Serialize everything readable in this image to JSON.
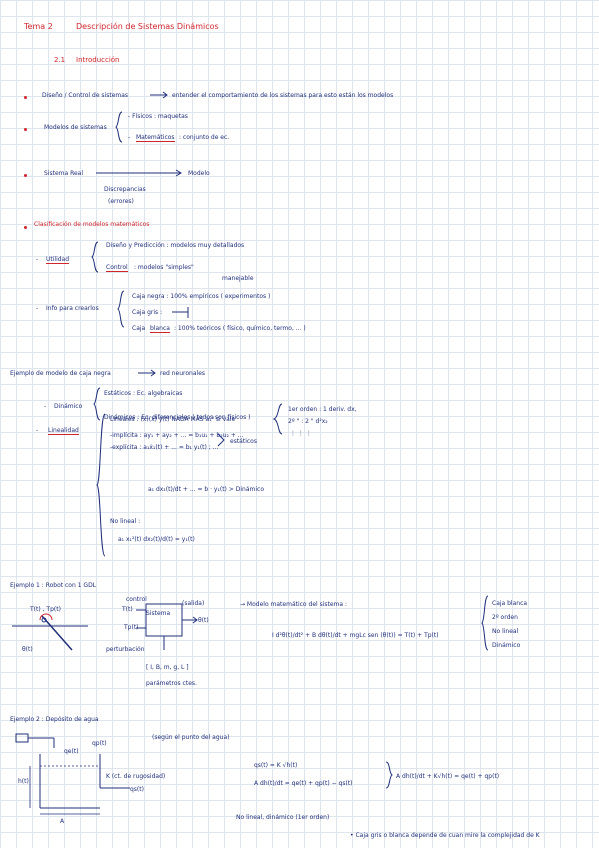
{
  "colors": {
    "ink": "#1f2f7a",
    "accent": "#d0262b",
    "grid": "#dfe5ec"
  },
  "header": {
    "tema": "Tema 2",
    "title": "Descripción de Sistemas Dinámicos"
  },
  "intro": {
    "number": "2.1",
    "title": "Introducción"
  },
  "b1": {
    "label": "Diseño / Control de sistemas",
    "text": "entender el comportamiento de los sistemas para esto están los modelos"
  },
  "b2": {
    "label": "Modelos de sistemas",
    "fisicos": "- Físicos : maquetas",
    "mat_term": "Matemáticos",
    "mat_rest": ": conjunto de ec."
  },
  "b3": {
    "left": "Sistema Real",
    "right": "Modelo",
    "discrep": "Discrepancias",
    "errores": "(errores)"
  },
  "clasif": {
    "title": "Clasificación de modelos matemáticos"
  },
  "utilidad": {
    "label": "Utilidad",
    "line1": "Diseño y Predicción : modelos muy detallados",
    "control": "Control",
    "line2": ": modelos \"simples\"",
    "manejable": "manejable"
  },
  "info": {
    "label": "Info para crearlos",
    "negra": "Caja negra : 100% empíricos ( experimentos )",
    "gris": "Caja  gris :",
    "blanca_a": "Caja",
    "blanca_term": "blanca",
    "blanca_b": ": 100% teóricos ( físico, químico, termo, ... )"
  },
  "ejemplo_negra": "Ejemplo de modelo de caja negra",
  "red_neuronal": "red neuronales",
  "dinamico": {
    "label": "Dinámico",
    "estaticos": "Estáticos : Ec. algebraicas",
    "dinamicos": "Dinámicos : Ec. diferenciales  ( todos son físicos )",
    "orden1": "1er orden : 1 deriv.   dx,",
    "orden2": "2º      \"        : 2   \"      d²x₂",
    "dots": "⋮           ⋮          ⋮"
  },
  "linealidad": {
    "label": "Linealidad",
    "lineales": "Lineales : (x)(x) y(t) NADA MÁS  a₁³ si vale",
    "implicita": "-implícita : ay₁ + ay₂ + ... = b₁u₁ + b₂u₂ + ...",
    "explicita": "-explícita : a₁ẋ₁(t) + ... = b₁ y₁(t) ; ...",
    "estaticos": "estáticos",
    "eq_din": "a₁ dx₁(t)/dt + ... = b · y₁(t) > Dinámico",
    "no_lineal": "No lineal :",
    "eq_nolineal": "a₁ x₁²(t)  dx₂(t)/d(t) = y₁(t)"
  },
  "ej1": {
    "title": "Ejemplo 1 :  Robot con 1 GDL",
    "in1": "T(t) , Tp(t)",
    "control": "control",
    "tt": "T(t)",
    "tpt": "Tp(t)",
    "perturbacion": "perturbación",
    "box": "Sistema",
    "salida": "(salida)",
    "theta": "θ(t)",
    "params": "[ I, B, m, g, L ]",
    "param_txt": "parámetros ctes.",
    "theta_ang": "θ(t)",
    "modelo": "→ Modelo matemático del sistema :",
    "equation": "I d²θ(t)/dt² + B dθ(t)/dt + mgLc sen (θ(t)) = T(t) + Tp(t)",
    "c1": "Caja blanca",
    "c2": "2º orden",
    "c3": "No lineal",
    "c4": "Dinámico"
  },
  "ej2": {
    "title": "Ejemplo 2 :  Depósito de agua",
    "qe": "qe(t)",
    "qp": "qp(t)",
    "h": "h(t)",
    "k": "K (ct. de rugosidad)",
    "qs": "qs(t)",
    "a": "A",
    "note": "(según el punto del agua)",
    "eq1": "qs(t) = K √h(t)",
    "eq2": "A dh(t)/dt = qe(t) + qp(t) − qs(t)",
    "eq3": "A dh(t)/dt + K√h(t) = qe(t) + qp(t)",
    "nolin": "No lineal, dinámico (1er orden)",
    "bottom": "• Caja gris o blanca depende de cuan mire la complejidad de K"
  }
}
